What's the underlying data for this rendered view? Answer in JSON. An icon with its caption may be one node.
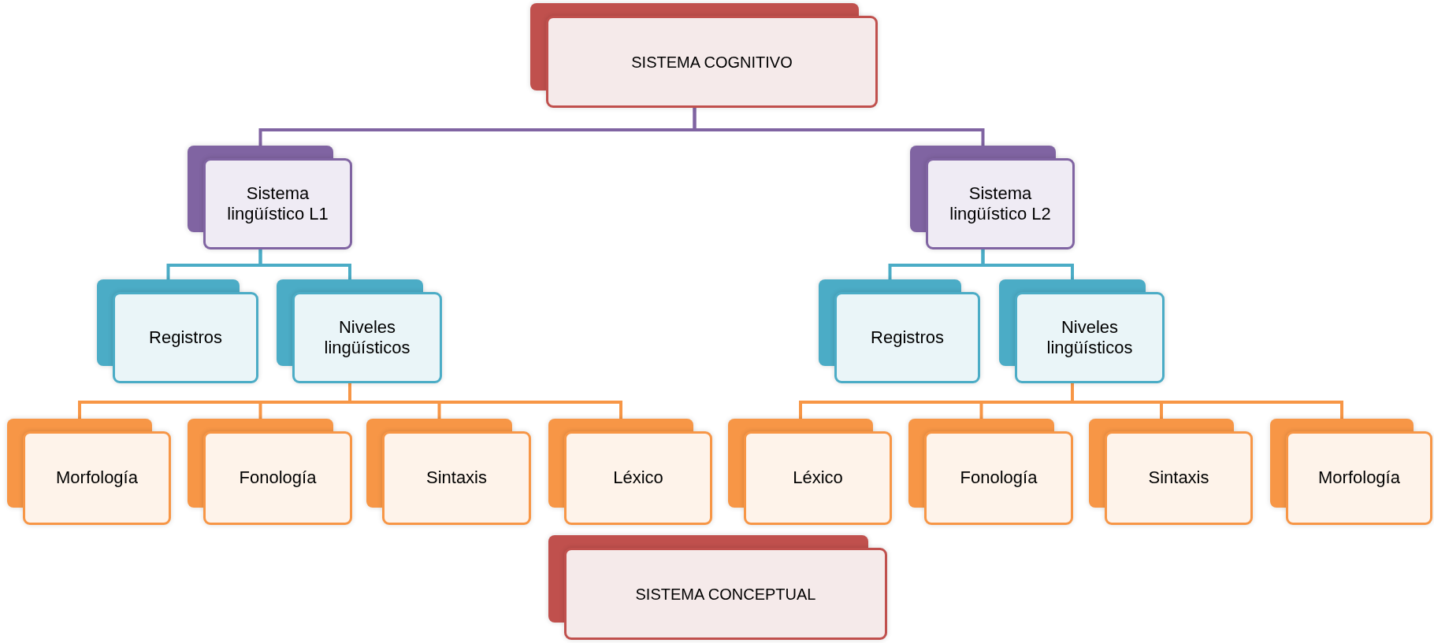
{
  "diagram": {
    "nodes": [
      {
        "text": [
          "SISTEMA COGNITIVO"
        ]
      },
      {
        "text": [
          "Sistema lingüístico L1"
        ]
      },
      {
        "text": [
          "Sistema lingüístico L2"
        ]
      },
      {
        "text": [
          "Registros"
        ]
      },
      {
        "text": [
          "Niveles lingüísticos"
        ]
      },
      {
        "text": [
          "Registros"
        ]
      },
      {
        "text": [
          "Niveles lingüísticos"
        ]
      },
      {
        "text": [
          "Morfología"
        ]
      },
      {
        "text": [
          "Fonología"
        ]
      },
      {
        "text": [
          "Sintaxis"
        ]
      },
      {
        "text": [
          "Léxico"
        ]
      },
      {
        "text": [
          "Léxico"
        ]
      },
      {
        "text": [
          "Fonología"
        ]
      },
      {
        "text": [
          "Sintaxis"
        ]
      },
      {
        "text": [
          "Morfología"
        ]
      },
      {
        "text": [
          "SISTEMA CONCEPTUAL"
        ]
      }
    ],
    "edges": [
      {
        "from": 0,
        "to": 1,
        "arrow": "none",
        "color": "#8064a2"
      },
      {
        "from": 0,
        "to": 2,
        "arrow": "none",
        "color": "#8064a2"
      },
      {
        "from": 1,
        "to": 3,
        "arrow": "none",
        "color": "#4bacc6"
      },
      {
        "from": 1,
        "to": 4,
        "arrow": "none",
        "color": "#4bacc6"
      },
      {
        "from": 2,
        "to": 5,
        "arrow": "none",
        "color": "#4bacc6"
      },
      {
        "from": 2,
        "to": 6,
        "arrow": "none",
        "color": "#4bacc6"
      },
      {
        "from": 4,
        "to": 7,
        "arrow": "none"
      },
      {
        "from": 4,
        "to": 8,
        "arrow": "none"
      },
      {
        "from": 4,
        "to": 9,
        "arrow": "none"
      },
      {
        "from": 4,
        "to": 10,
        "arrow": "none"
      },
      {
        "from": 6,
        "to": 11,
        "arrow": "none"
      },
      {
        "from": 6,
        "to": 12,
        "arrow": "none"
      },
      {
        "from": 6,
        "to": 13,
        "arrow": "none"
      },
      {
        "from": 6,
        "to": 14,
        "arrow": "none"
      }
    ]
  }
}
